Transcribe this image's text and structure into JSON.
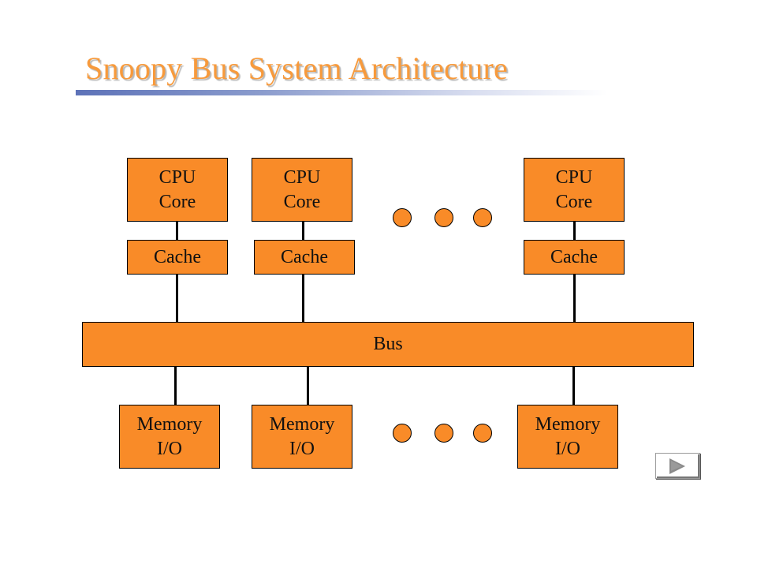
{
  "slide": {
    "title": "Snoopy Bus System Architecture"
  },
  "diagram": {
    "cpus": [
      {
        "line1": "CPU",
        "line2": "Core"
      },
      {
        "line1": "CPU",
        "line2": "Core"
      },
      {
        "line1": "CPU",
        "line2": "Core"
      }
    ],
    "caches": [
      {
        "label": "Cache"
      },
      {
        "label": "Cache"
      },
      {
        "label": "Cache"
      }
    ],
    "bus": {
      "label": "Bus"
    },
    "memories": [
      {
        "line1": "Memory",
        "line2": "I/O"
      },
      {
        "line1": "Memory",
        "line2": "I/O"
      },
      {
        "line1": "Memory",
        "line2": "I/O"
      }
    ]
  },
  "controls": {
    "next_button_icon": "play-triangle-icon"
  },
  "colors": {
    "title": "#f79a3c",
    "box_fill": "#f98b28",
    "underline": "#5d72b8"
  }
}
